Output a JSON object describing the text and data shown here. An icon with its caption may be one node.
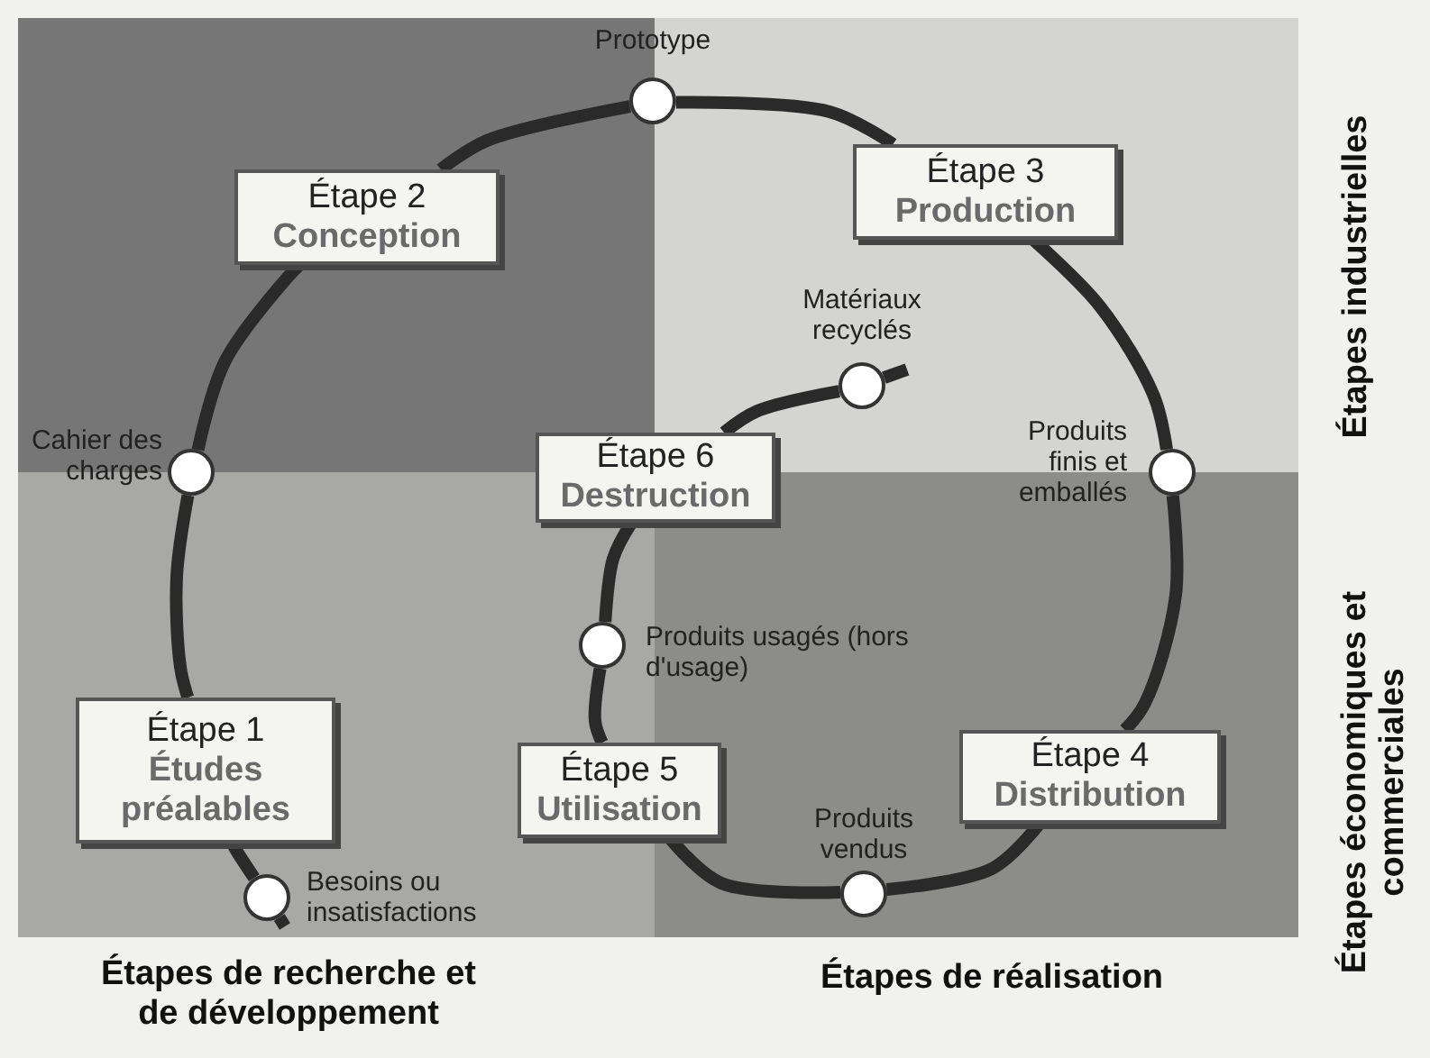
{
  "diagram": {
    "nodes": [
      {
        "text": [],
        "shape": "circle",
        "beside": [
          "Besoins ou insatisfactions"
        ]
      },
      {
        "text": [
          "Étape 1",
          "Études préalables"
        ]
      },
      {
        "text": [],
        "shape": "circle",
        "beside": [
          "Cahier des charges"
        ]
      },
      {
        "text": [
          "Étape 2",
          "Conception"
        ]
      },
      {
        "text": [],
        "shape": "circle",
        "beside": [
          "Prototype"
        ]
      },
      {
        "text": [
          "Étape 3",
          "Production"
        ]
      },
      {
        "text": [],
        "shape": "circle",
        "beside": [
          "Produits finis et emballés"
        ]
      },
      {
        "text": [
          "Étape 4",
          "Distribution"
        ]
      },
      {
        "text": [],
        "shape": "circle",
        "beside": [
          "Produits vendus"
        ]
      },
      {
        "text": [
          "Étape 5",
          "Utilisation"
        ]
      },
      {
        "text": [],
        "shape": "circle",
        "beside": [
          "Produits usagés (hors d'usage)"
        ]
      },
      {
        "text": [
          "Étape 6",
          "Destruction"
        ]
      },
      {
        "text": [],
        "shape": "circle",
        "beside": [
          "Matériaux recyclés"
        ]
      }
    ],
    "edges": [
      {
        "from": null,
        "to": 0,
        "arrow": "none"
      },
      {
        "from": 0,
        "to": 1,
        "arrow": "none"
      },
      {
        "from": 1,
        "to": 2,
        "arrow": "none"
      },
      {
        "from": 2,
        "to": 3,
        "arrow": "none"
      },
      {
        "from": 3,
        "to": 4,
        "arrow": "none"
      },
      {
        "from": 4,
        "to": 5,
        "arrow": "none"
      },
      {
        "from": 5,
        "to": 6,
        "arrow": "none"
      },
      {
        "from": 6,
        "to": 7,
        "arrow": "none"
      },
      {
        "from": 7,
        "to": 8,
        "arrow": "none"
      },
      {
        "from": 8,
        "to": 9,
        "arrow": "none"
      },
      {
        "from": 9,
        "to": 10,
        "arrow": "none"
      },
      {
        "from": 10,
        "to": 11,
        "arrow": "none"
      },
      {
        "from": 11,
        "to": 12,
        "arrow": "none"
      },
      {
        "from": 12,
        "to": null,
        "arrow": "none"
      }
    ],
    "labels": [
      "Étapes industrielles",
      "Étapes économiques et commerciales",
      "Étapes de recherche et de développement",
      "Étapes de réalisation"
    ]
  }
}
